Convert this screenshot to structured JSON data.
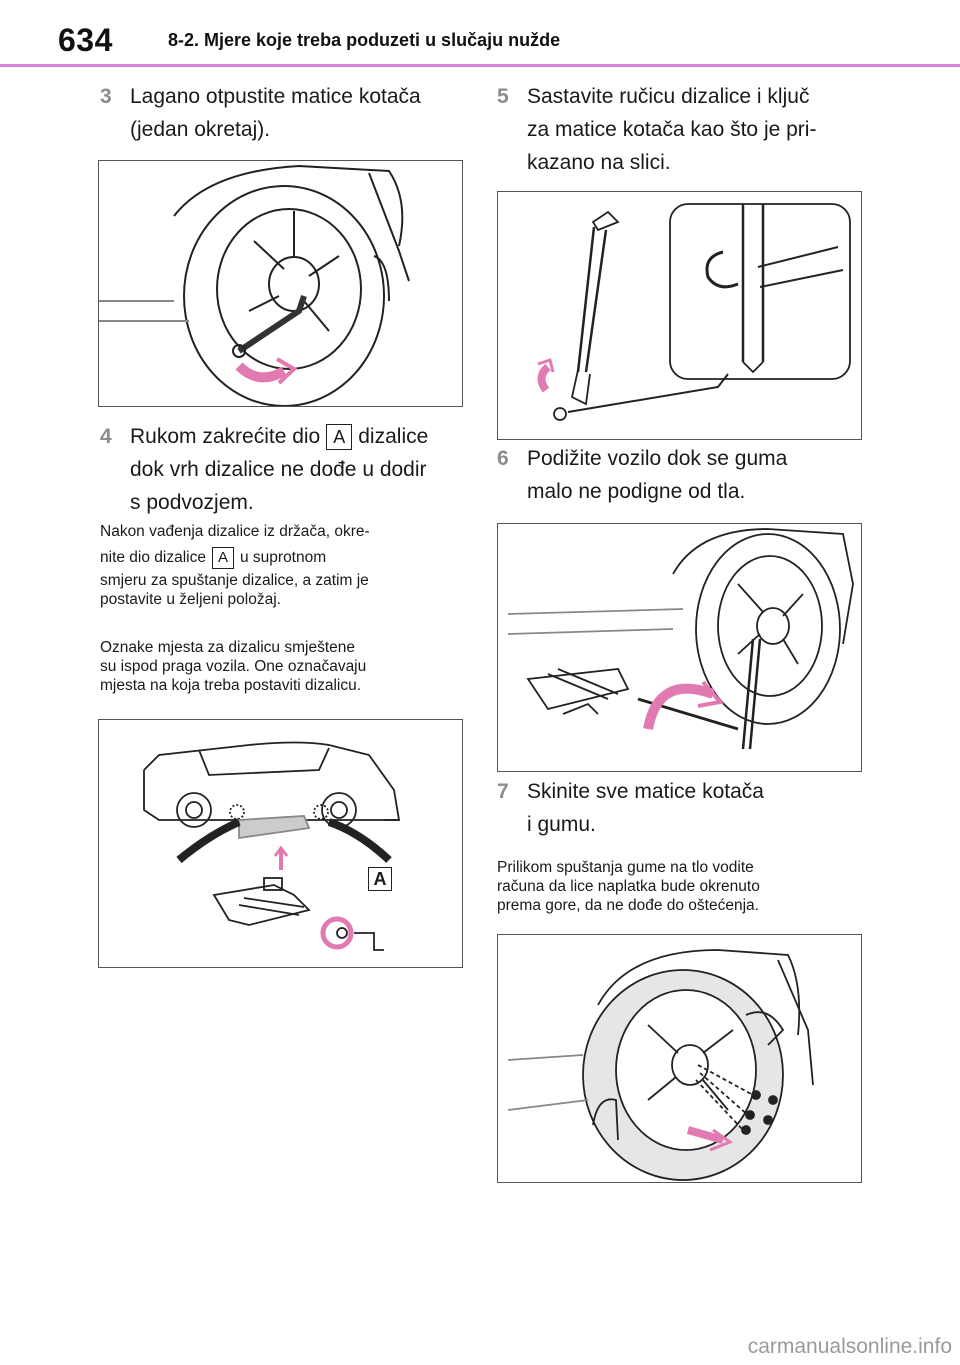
{
  "header": {
    "page_number": "634",
    "chapter_title": "8-2. Mjere koje treba poduzeti u slučaju nužde",
    "accent_color": "#d986d9"
  },
  "left_column": {
    "step3": {
      "number": "3",
      "line1": "Lagano otpustite matice kotača",
      "line2": "(jedan okretaj)."
    },
    "step4": {
      "number": "4",
      "line1_a": "Rukom zakrećite dio",
      "badge": "A",
      "line1_b": "dizalice",
      "line2": "dok vrh dizalice ne dođe u dodir",
      "line3": "s podvozjem."
    },
    "note1": {
      "line1": "Nakon vađenja dizalice iz držača, okre-",
      "line2_a": "nite dio dizalice",
      "badge": "A",
      "line2_b": "u suprotnom",
      "line3": "smjeru za spuštanje dizalice, a zatim je",
      "line4": "postavite u željeni položaj."
    },
    "note2": {
      "line1": "Oznake mjesta za dizalicu smještene",
      "line2": "su ispod praga vozila. One označavaju",
      "line3": "mjesta na koja treba postaviti dizalicu."
    },
    "figure_jack_label": "A"
  },
  "right_column": {
    "step5": {
      "number": "5",
      "line1": "Sastavite ručicu dizalice i ključ",
      "line2": "za matice kotača kao što je pri-",
      "line3": "kazano na slici."
    },
    "step6": {
      "number": "6",
      "line1": "Podižite vozilo dok se guma",
      "line2": "malo ne podigne od tla."
    },
    "step7": {
      "number": "7",
      "line1": "Skinite sve matice kotača",
      "line2": "i gumu."
    },
    "note3": {
      "line1": "Prilikom spuštanja gume na tlo vodite",
      "line2": "računa da lice naplatka bude okrenuto",
      "line3": "prema gore, da ne dođe do oštećenja."
    }
  },
  "icons": [
    "tire-loosen-illustration",
    "jack-points-illustration",
    "jack-handle-assembly-illustration",
    "jack-raise-illustration",
    "tire-remove-illustration"
  ],
  "watermark": "carmanualsonline.info"
}
